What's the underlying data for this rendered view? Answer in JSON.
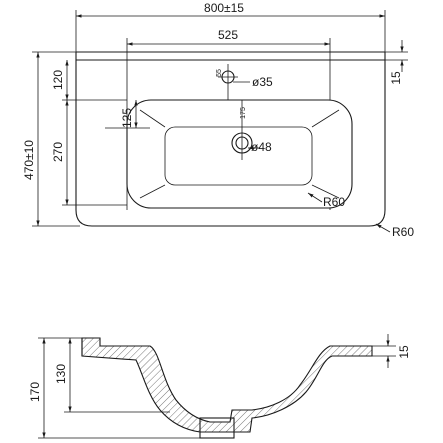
{
  "top_view": {
    "overall_width": "800±15",
    "bowl_width": "525",
    "overall_depth": "470±10",
    "depth_to_bowl": "120",
    "bowl_depth": "270",
    "to_drain": "125",
    "tap_offset": "55",
    "tap_hole": "ø35",
    "drain_offset": "175",
    "drain_hole": "ø48",
    "bowl_radius": "R60",
    "corner_radius": "R60",
    "rim_thickness": "15"
  },
  "side_view": {
    "total_height": "170",
    "bowl_height": "130",
    "rim_thickness": "15"
  },
  "icons": {
    "arrow": "arrowhead",
    "hatch": "section-hatch"
  }
}
